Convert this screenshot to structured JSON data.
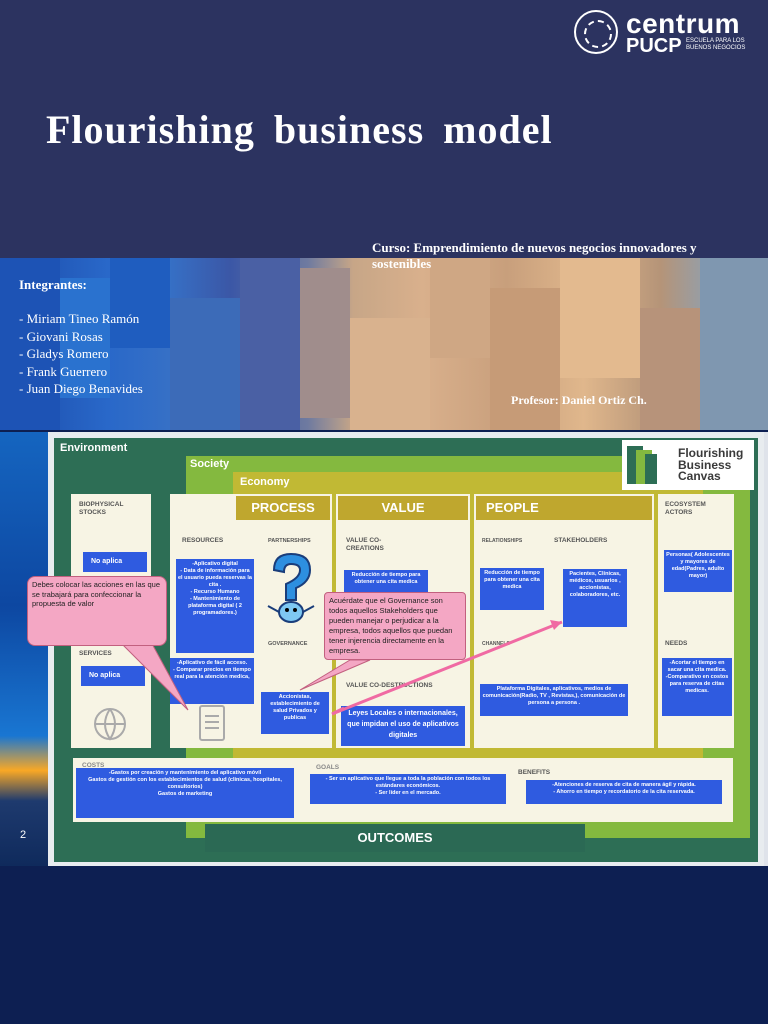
{
  "header": {
    "logo": {
      "brand_line1": "centrum",
      "brand_line2": "PUCP",
      "tagline": "ESCUELA PARA LOS BUENOS NEGOCIOS"
    },
    "title": "Flourishing  business  model",
    "course": "Curso: Emprendimiento de nuevos negocios innovadores y sostenibles"
  },
  "team": {
    "heading": "Integrantes:",
    "members": [
      "- Miriam Tineo Ramón",
      "-     Giovani Rosas",
      "-     Gladys  Romero",
      "-     Frank Guerrero",
      "-     Juan Diego  Benavides"
    ],
    "professor": "Profesor:  Daniel Ortiz Ch."
  },
  "page_number": "2",
  "canvas": {
    "layers": {
      "environment": "Environment",
      "society": "Society",
      "economy": "Economy"
    },
    "brand": "Flourishing Business Canvas",
    "headers": {
      "process": "PROCESS",
      "value": "VALUE",
      "people": "PEOPLE",
      "outcomes": "OUTCOMES"
    },
    "sections": {
      "biophysical": "BIOPHYSICAL STOCKS",
      "services": "SERVICES",
      "resources": "RESOURCES",
      "partnerships": "PARTNERSHIPS",
      "governance": "GOVERNANCE",
      "co_creations": "VALUE CO-CREATIONS",
      "co_destructions": "VALUE CO-DESTRUCTIONS",
      "relationships": "RELATIONSHIPS",
      "stakeholders": "STAKEHOLDERS",
      "channels": "CHANNELS",
      "ecosystem": "ECOSYSTEM ACTORS",
      "needs": "NEEDS",
      "costs": "COSTS",
      "goals": "GOALS",
      "benefits": "BENEFITS"
    },
    "notes": {
      "biophysical": "No aplica",
      "services": "No aplica",
      "resources": "-Aplicativo digital\n- Data de información para el usuario pueda reservas la cita .\n- Recurso Humano\n- Mantenimiento de plataforma digital ( 2 programadores.)",
      "resources2": "-Aplicativo de fácil acceso.\n- Comparar precios en tiempo real para la atención medica,",
      "governance": "Accionistas, establecimiento de salud  Privados y publicas",
      "co_creations": "Reducción de tiempo para obtener una cita medica",
      "co_destructions": "Leyes Locales o internacionales, que impidan el uso de aplicativos digitales",
      "relationships": "Reducción de tiempo para obtener una cita medica",
      "stakeholders": "Pacientes, Clínicas, médicos, usuarios , accionistas, colaboradores, etc.",
      "channels": "Plataforma Digitales, aplicativos, medios de comunicación(Radio, TV , Revistas,), comunicación de persona a persona .",
      "ecosystem": "Personas( Adolescentes y mayores de edad(Padres, adulto mayor)",
      "needs": "-Acortar el tiempo en sacar una cita medica.\n-Comparativo en costos para reserva de citas medicas.",
      "costs": "-Gastos por creación y mantenimiento del aplicativo móvil\nGastos de gestión con los establecimientos de salud (clínicas, hospitales, consultorios)\nGastos de marketing",
      "goals": "- Ser un aplicativo que llegue a toda la población  con todos los estándares económicos.\n- Ser líder en el mercado.",
      "benefits": "-Atenciones  de reserva de cita de manera ágil y rápida.\n- Ahorro en tiempo y recordatorio de la cita reservada."
    },
    "callouts": {
      "left": "Debes colocar las acciones en las que se trabajará para confeccionar la propuesta de valor",
      "center": "Acuérdate que el Governance son todos aquellos Stakeholders que pueden manejar o perjudicar a la empresa, todos aquellos que puedan tener injerencia directamente en la empresa."
    }
  },
  "colors": {
    "top_bg": "#2c3360",
    "env": "#2d6e55",
    "society": "#84b93f",
    "economy": "#c1b934",
    "note": "#2f5be0",
    "callout": "#f4a7c4"
  }
}
